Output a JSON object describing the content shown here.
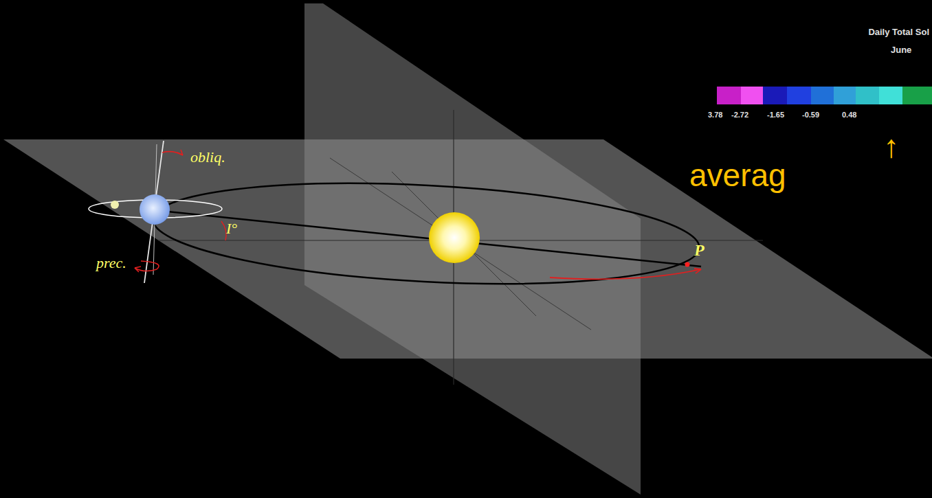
{
  "diagram": {
    "labels": [
      "Daily Total Sol",
      "June",
      "3.78",
      "-2.72",
      "-1.65",
      "-0.59",
      "0.48",
      "obliq.",
      "↑",
      "averag",
      "I°",
      "prec.",
      "P"
    ]
  }
}
